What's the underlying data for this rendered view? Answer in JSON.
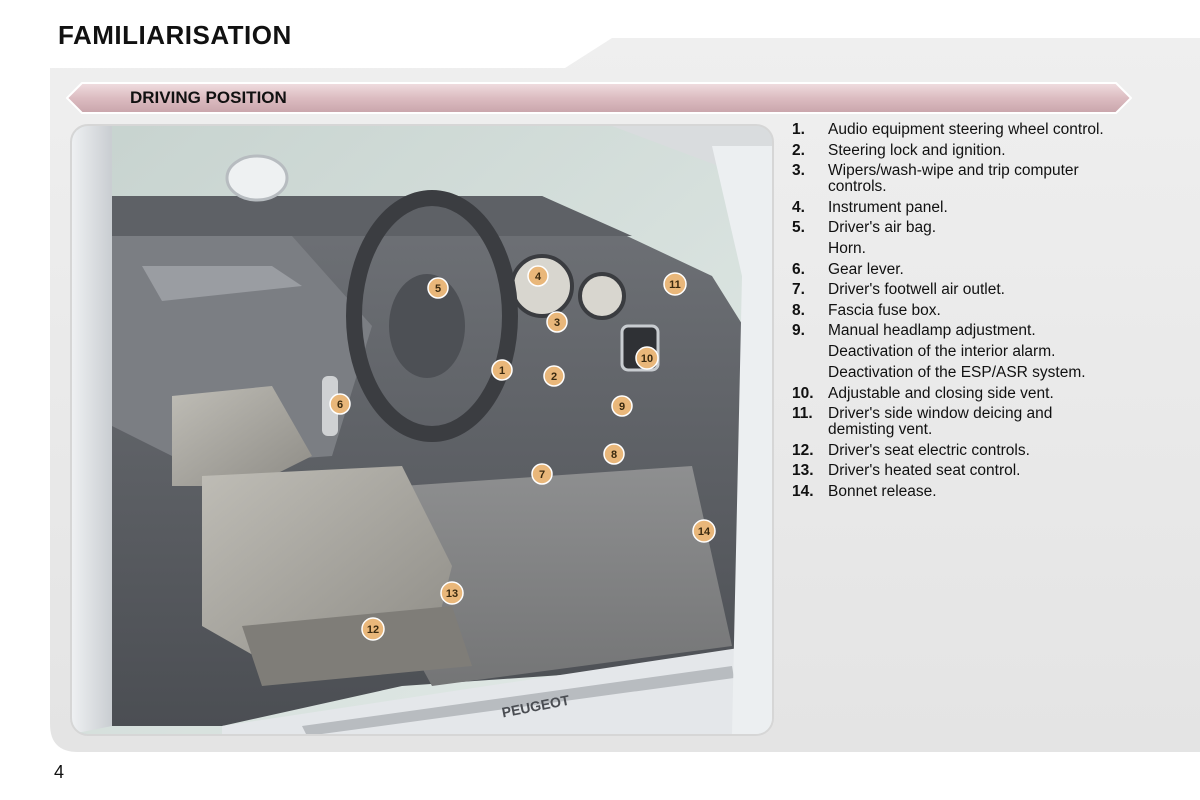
{
  "header": {
    "title": "FAMILIARISATION"
  },
  "section": {
    "title": "DRIVING POSITION"
  },
  "illustration": {
    "badge_text": "PEUGEOT"
  },
  "callouts": [
    "1",
    "2",
    "3",
    "4",
    "5",
    "6",
    "7",
    "8",
    "9",
    "10",
    "11",
    "12",
    "13",
    "14"
  ],
  "legend": [
    {
      "number": "1.",
      "text": "Audio equipment steering wheel control."
    },
    {
      "number": "2.",
      "text": "Steering lock and ignition."
    },
    {
      "number": "3.",
      "text": "Wipers/wash-wipe and trip computer controls."
    },
    {
      "number": "4.",
      "text": "Instrument panel."
    },
    {
      "number": "5.",
      "text": "Driver's air bag.",
      "sub": [
        "Horn."
      ]
    },
    {
      "number": "6.",
      "text": "Gear lever."
    },
    {
      "number": "7.",
      "text": "Driver's footwell air outlet."
    },
    {
      "number": "8.",
      "text": "Fascia fuse box."
    },
    {
      "number": "9.",
      "text": "Manual headlamp adjustment.",
      "sub": [
        "Deactivation of the interior alarm.",
        "Deactivation of the ESP/ASR system."
      ]
    },
    {
      "number": "10.",
      "text": "Adjustable and closing side vent."
    },
    {
      "number": "11.",
      "text": "Driver's side window deicing and demisting vent."
    },
    {
      "number": "12.",
      "text": "Driver's seat electric controls."
    },
    {
      "number": "13.",
      "text": "Driver's heated seat control."
    },
    {
      "number": "14.",
      "text": "Bonnet release."
    }
  ],
  "footer": {
    "page_number": "4"
  },
  "colors": {
    "banner": "#e2c8cc",
    "callout_marker": "#e9b77a",
    "panel_grey": "#e6e6e6"
  }
}
